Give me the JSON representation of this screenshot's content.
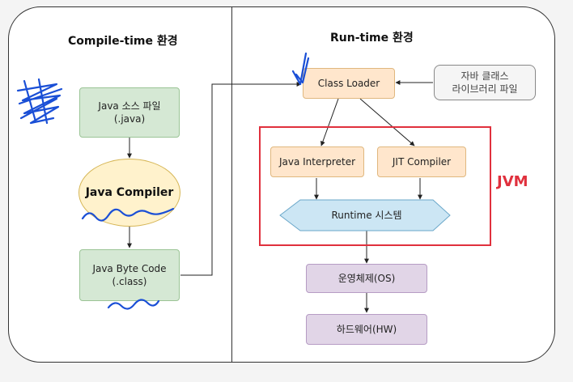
{
  "sections": {
    "compile_title": "Compile-time 환경",
    "runtime_title": "Run-time 환경"
  },
  "nodes": {
    "java_source_line1": "Java 소스 파일",
    "java_source_line2": "(.java)",
    "java_compiler": "Java Compiler",
    "byte_code_line1": "Java Byte Code",
    "byte_code_line2": "(.class)",
    "class_loader": "Class Loader",
    "class_library_line1": "자바 클래스",
    "class_library_line2": "라이브러리 파일",
    "interpreter": "Java Interpreter",
    "jit": "JIT Compiler",
    "runtime_system": "Runtime 시스템",
    "os": "운영체제(OS)",
    "hw": "하드웨어(HW)"
  },
  "jvm_label": "JVM",
  "colors": {
    "jvm_border": "#e0303d",
    "ink": "#1a4fd6",
    "green_fill": "#d5e8d4",
    "orange_fill": "#ffe6cc",
    "purple_fill": "#e1d5e7",
    "yellow_fill": "#fff2cc",
    "cyan_fill": "#cce6f4"
  }
}
